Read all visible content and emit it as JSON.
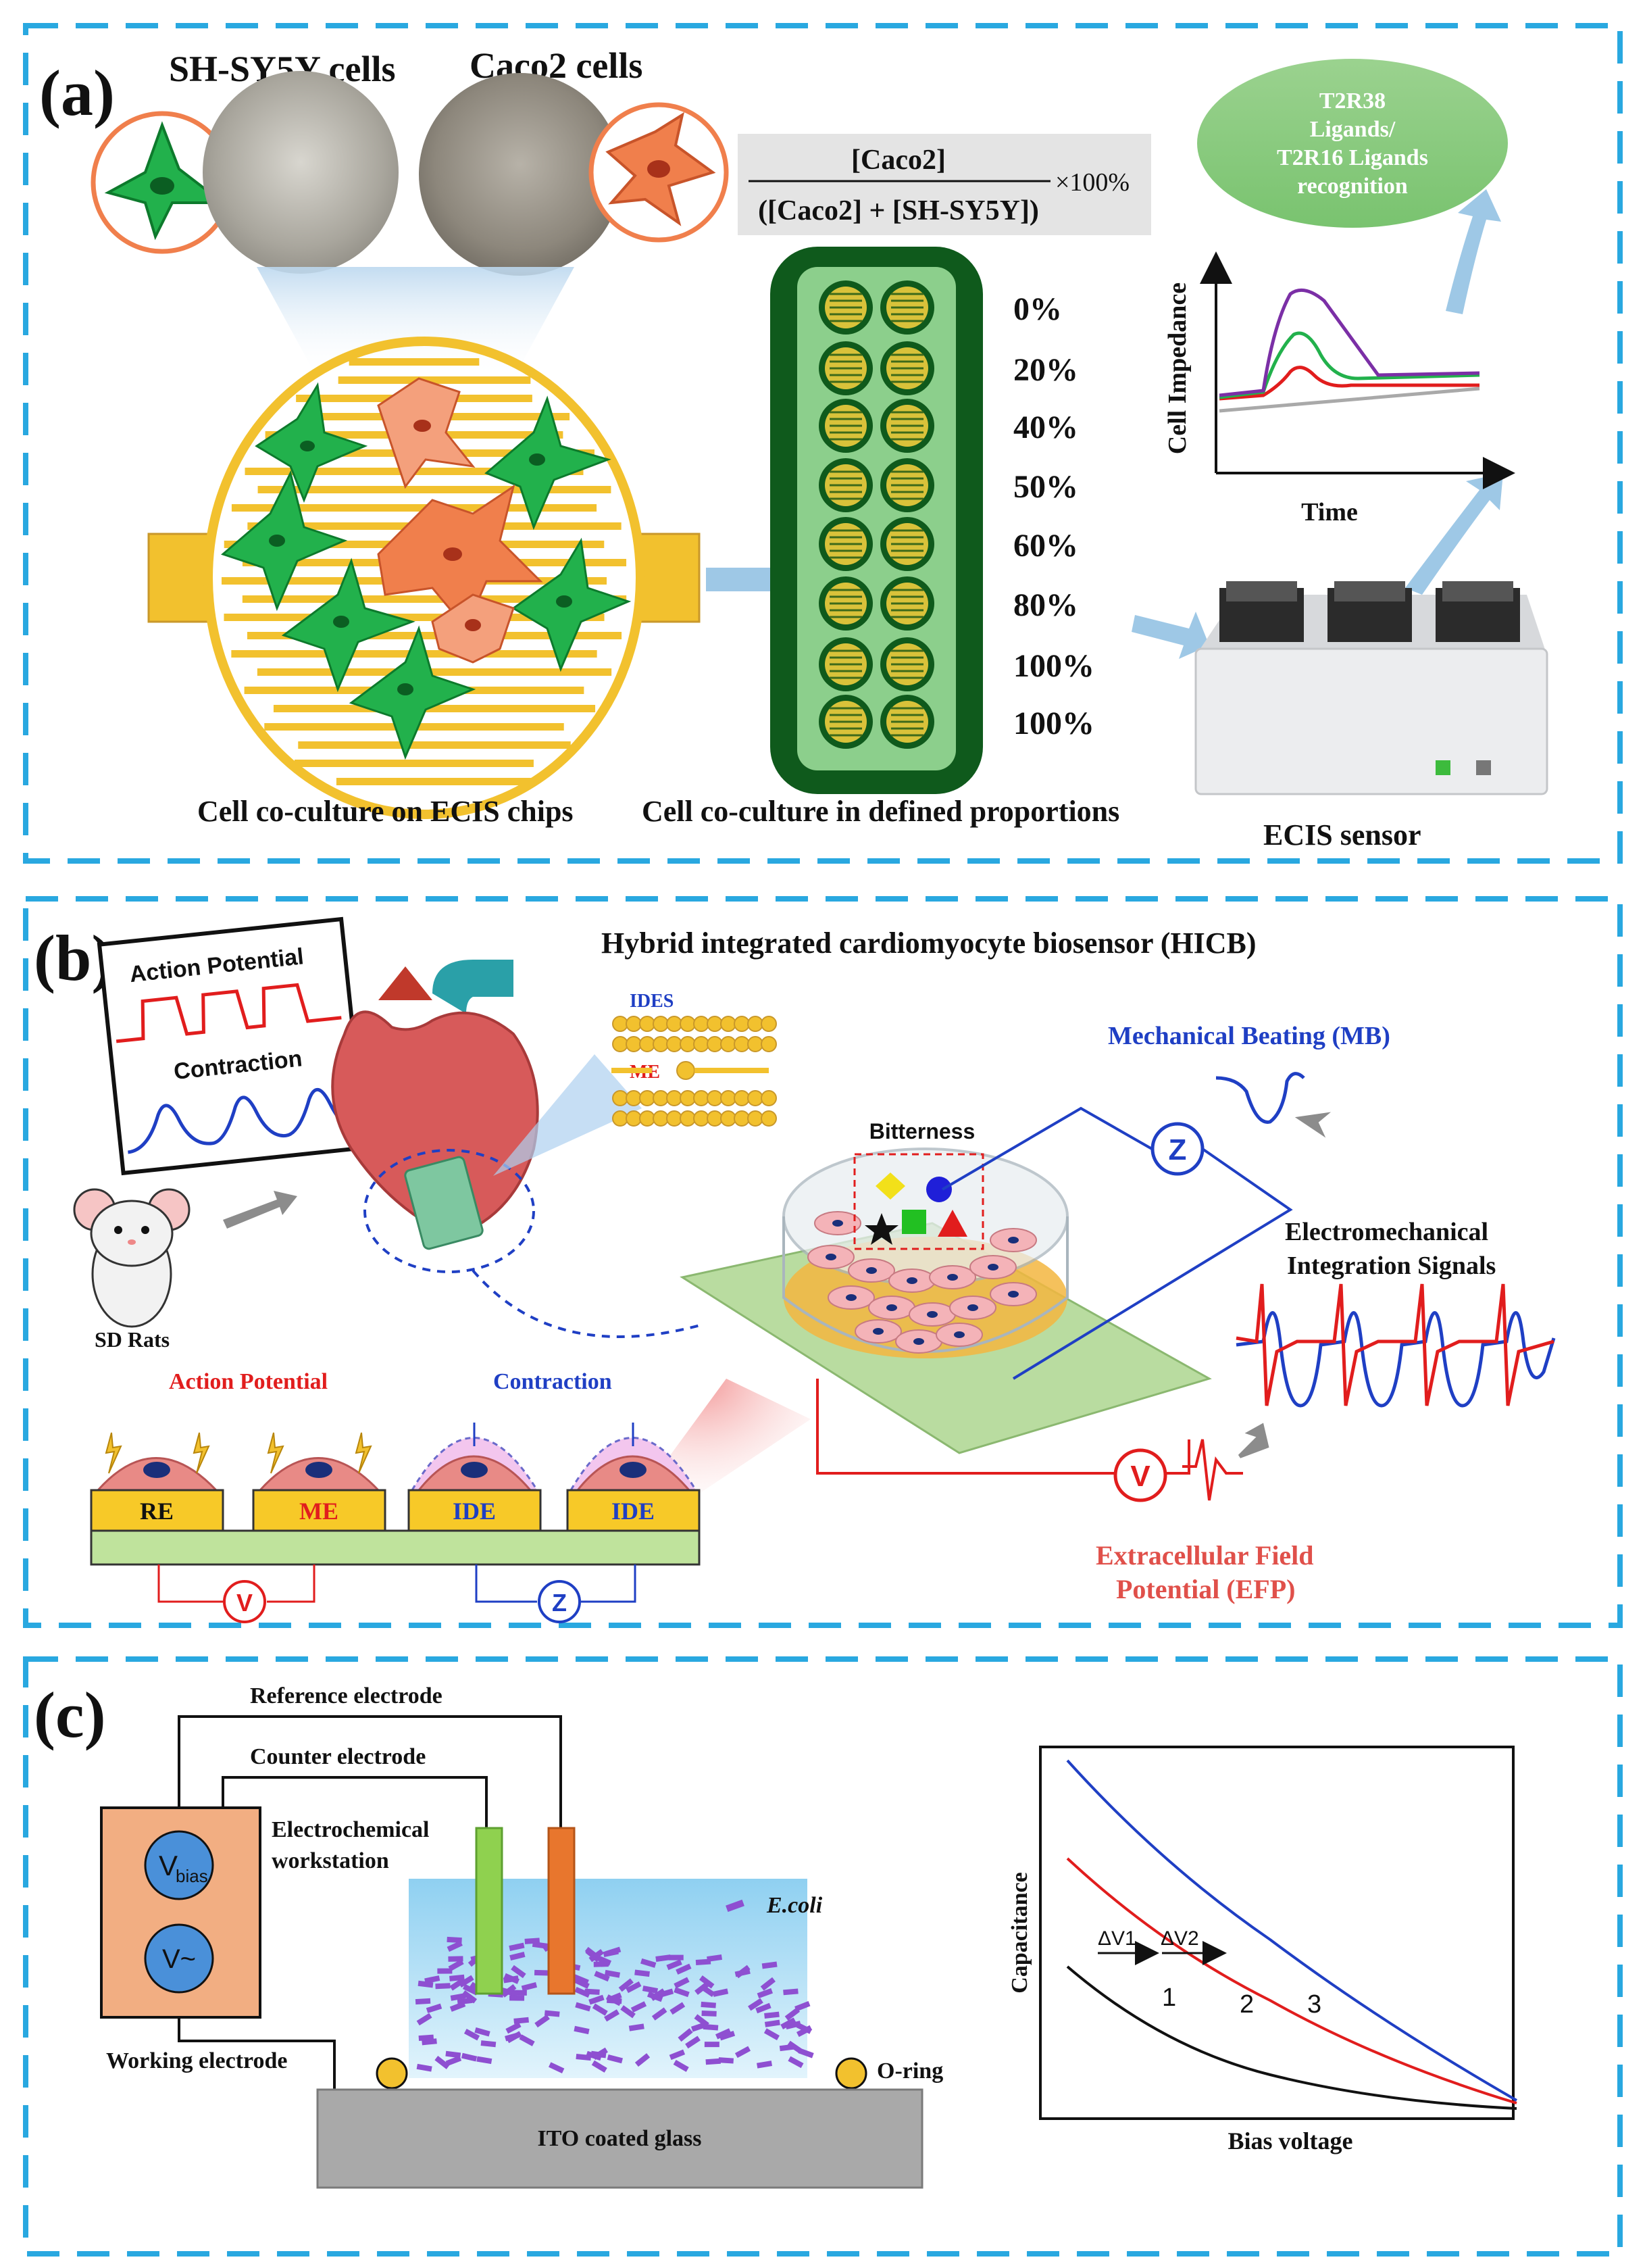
{
  "colors": {
    "frame": "#29a8e0",
    "gold": "#f2c12e",
    "gold_dark": "#c9982a",
    "cell_green": "#22b14c",
    "cell_orange": "#f07f4c",
    "chip_green_dark": "#0f5a1c",
    "chip_green_light": "#8ccf8c",
    "arrow_blue": "#9ec8e6",
    "red": "#e11d1d",
    "blue": "#1f3fc4",
    "purple": "#7b2fa6"
  },
  "panel_a": {
    "label": "(a)",
    "sh_label": "SH-SY5Y cells",
    "caco_label": "Caco2 cells",
    "formula_num": "[Caco2]",
    "formula_den": "([Caco2] + [SH-SY5Y])",
    "formula_mult": "×100%",
    "percentages": [
      "0%",
      "20%",
      "40%",
      "50%",
      "60%",
      "80%",
      "100%",
      "100%"
    ],
    "caption_chip": "Cell co-culture on ECIS chips",
    "caption_prop": "Cell co-culture in defined proportions",
    "caption_sensor": "ECIS sensor",
    "ellipse_lines": [
      "T2R38",
      "Ligands/",
      "T2R16 Ligands",
      "recognition"
    ],
    "plot_ylabel": "Cell Impedance",
    "plot_xlabel": "Time"
  },
  "panel_b": {
    "label": "(b)",
    "title": "Hybrid integrated cardiomyocyte biosensor (HICB)",
    "ap_label": "Action Potential",
    "contraction_label": "Contraction",
    "ides_label": "IDES",
    "me_label": "ME",
    "mb_label": "Mechanical Beating (MB)",
    "bitterness": "Bitterness",
    "z_symbol": "Z",
    "v_symbol": "V",
    "emi_line1": "Electromechanical",
    "emi_line2": "Integration Signals",
    "sd_rats": "SD Rats",
    "ap_bottom": "Action Potential",
    "contraction_bottom": "Contraction",
    "electrodes": [
      "RE",
      "ME",
      "IDE",
      "IDE"
    ],
    "efp_line1": "Extracellular  Field",
    "efp_line2": "Potential (EFP)"
  },
  "panel_c": {
    "label": "(c)",
    "reference": "Reference electrode",
    "counter": "Counter electrode",
    "workstation1": "Electrochemical",
    "workstation2": "workstation",
    "vbias_main": "V",
    "vbias_sub": "bias",
    "vac": "V~",
    "working": "Working electrode",
    "ecoli": "E.coli",
    "oring": "O-ring",
    "ito": "ITO coated glass",
    "cap_ylabel": "Capacitance",
    "cap_xlabel": "Bias voltage",
    "dv1": "ΔV1",
    "dv2": "ΔV2",
    "curve_labels": [
      "1",
      "2",
      "3"
    ]
  }
}
